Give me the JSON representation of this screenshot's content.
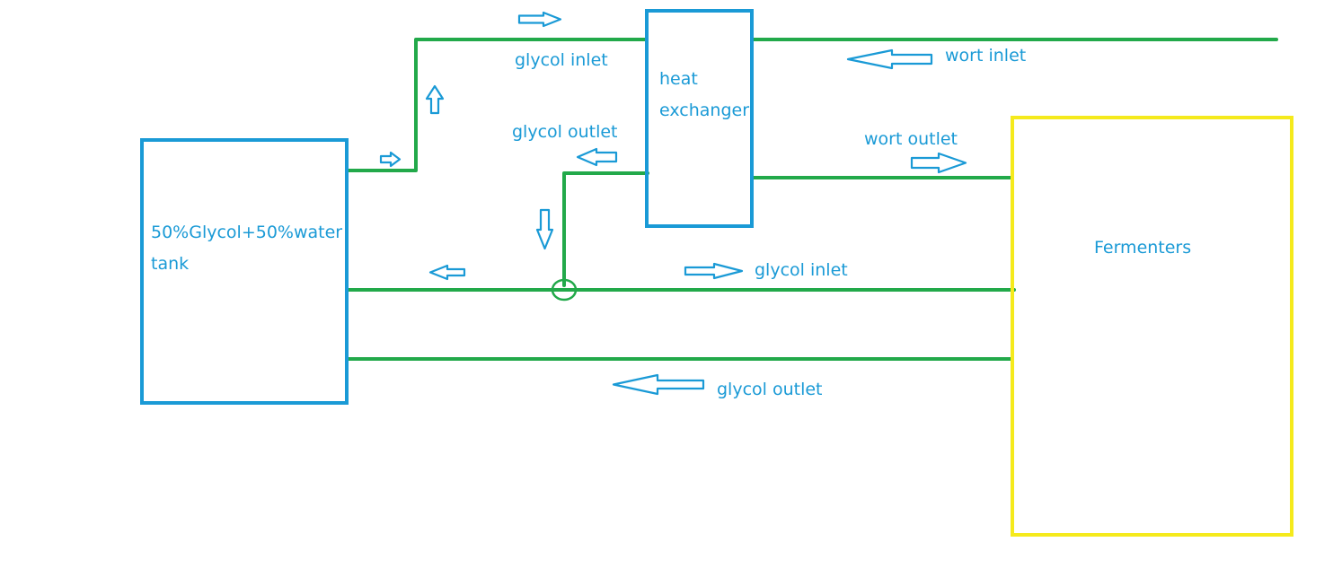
{
  "colors": {
    "pipe": "#22a94a",
    "box": "#1a9ad6",
    "fermenter_box": "#f5ea1c",
    "text": "#1a9ad6",
    "arrow": "#1a9ad6"
  },
  "nodes": {
    "tank": {
      "label_line1": "50%Glycol+50%water",
      "label_line2": "tank"
    },
    "heat_exchanger": {
      "label_line1": "heat",
      "label_line2": "exchanger"
    },
    "fermenters": {
      "label": "Fermenters"
    }
  },
  "edges": {
    "hx_glycol_inlet": "glycol inlet",
    "hx_glycol_outlet": "glycol outlet",
    "hx_wort_inlet": "wort inlet",
    "hx_wort_outlet": "wort outlet",
    "fermenter_glycol_inlet": "glycol inlet",
    "fermenter_glycol_outlet": "glycol outlet"
  },
  "arrow_icons": [
    "arrow-right-icon",
    "arrow-left-icon",
    "arrow-up-icon",
    "arrow-down-icon"
  ]
}
